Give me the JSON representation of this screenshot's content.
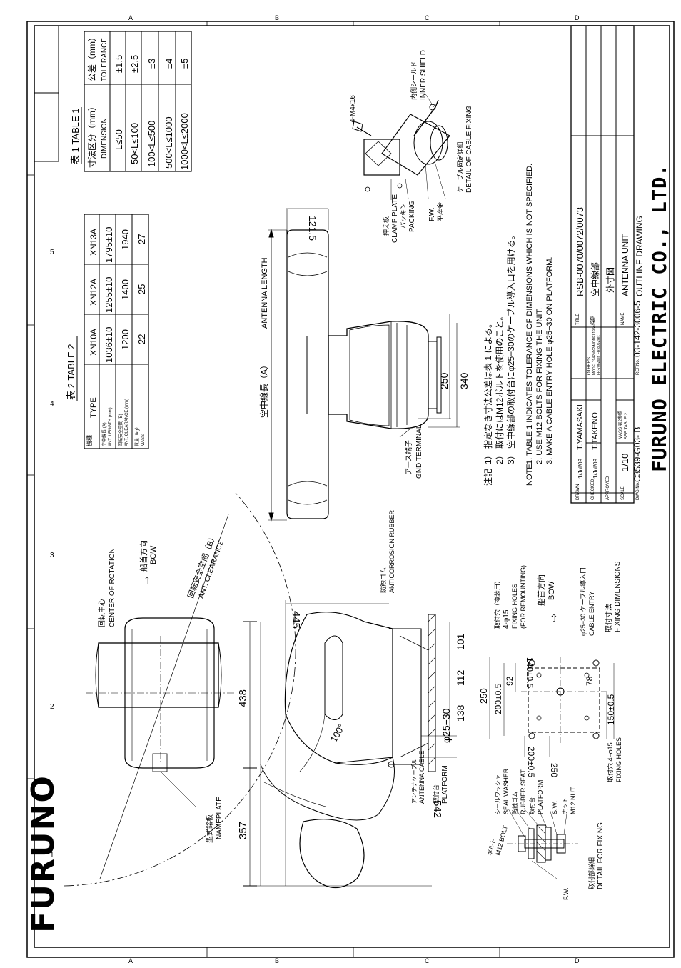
{
  "company": {
    "logo": "FURUNO",
    "name": "FURUNO ELECTRIC CO., LTD."
  },
  "grid": {
    "rows": [
      "A",
      "B",
      "C",
      "D"
    ],
    "cols": [
      "1",
      "2",
      "3",
      "4",
      "5"
    ]
  },
  "table1": {
    "title": "表 1  TABLE 1",
    "col1_header_jp": "寸法区分（mm）",
    "col1_header_en": "DIMENSION",
    "col2_header_jp": "公差（mm）",
    "col2_header_en": "TOLERANCE",
    "rows": [
      {
        "dim": "L≤50",
        "tol": "±1.5"
      },
      {
        "dim": "50<L≤100",
        "tol": "±2.5"
      },
      {
        "dim": "100<L≤500",
        "tol": "±3"
      },
      {
        "dim": "500<L≤1000",
        "tol": "±4"
      },
      {
        "dim": "1000<L≤2000",
        "tol": "±5"
      }
    ]
  },
  "table2": {
    "title": "表 2  TABLE 2",
    "type_jp": "機種",
    "type_en": "TYPE",
    "types": [
      "XN10A",
      "XN12A",
      "XN13A"
    ],
    "row_a_jp": "空中線長 (A)",
    "row_a_en": "ANT. LENGTH (mm)",
    "row_b_jp": "回転安全空間 (B)",
    "row_b_en": "ANT. CLEARANCE (mm)",
    "row_m_jp": "質量（kg）",
    "row_m_en": "MASS",
    "a_values": [
      "1036±10",
      "1255±10",
      "1795±10"
    ],
    "b_values": [
      "1200",
      "1400",
      "1940"
    ],
    "m_values": [
      "22",
      "25",
      "27"
    ]
  },
  "notes": {
    "jp_label": "注記",
    "jp": [
      "1） 指定なき寸法公差は表 1 による。",
      "2） 取付にはM12ボルトを使用のこと。",
      "3） 空中線部の取付台にφ25−30のケーブル導入口を用ける。"
    ],
    "en_label": "NOTE",
    "en": [
      "1. TABLE 1 INDICATES TOLERANCE OF DIMENSIONS WHICH IS NOT SPECIFIED.",
      "2. USE M12 BOLTS FOR FIXING THE UNIT.",
      "3. MAKE A CABLE ENTRY HOLE φ25−30 ON PLATFORM."
    ]
  },
  "title_block": {
    "drawn_label": "DRAWN",
    "drawn_date": "1/Jul/09",
    "drawn_by": "T.YAMASAKI",
    "checked_label": "CHECKED",
    "checked_date": "1/Jul/09",
    "checked_by": "T.TAKENO",
    "approved_label": "APPROVED",
    "scale_label": "SCALE",
    "scale": "1/10",
    "mass_label": "MASS 表2参照",
    "mass_value": "SEE TABLE 2",
    "dwg_label": "DWG.No.",
    "dwg_no": "C3539-G03- B",
    "ref_label": "REF.No.",
    "ref_no": "03-142-3006-5",
    "others_label": "OTHERS",
    "others_1": "MODEL1942MK2/MODEL1954Cser.",
    "others_2": "FR-7062ser, FR-8062ser.",
    "title_label": "TITLE",
    "title": "RSB-0070/0072/0073",
    "name_label_jp": "名称",
    "name_jp": "空中線部",
    "outline_jp": "外寸図",
    "name_label": "NAME",
    "name_en": "ANTENNA UNIT",
    "drawing_en": "OUTLINE DRAWING"
  },
  "top_view": {
    "center_jp": "回転中心",
    "center_en": "CENTER OF ROTATION",
    "bow_jp": "船首方向",
    "bow_en": "BOW",
    "clear_jp": "回転安全空間（B）",
    "clear_en": "ANT. CLEARANCE",
    "nameplate_jp": "型式銘板",
    "nameplate_en": "NAMEPLATE",
    "dim_357": "357",
    "dim_438": "438"
  },
  "side_view": {
    "dim_542": "542",
    "dim_445": "445",
    "dim_101": "101",
    "dim_112": "112",
    "dim_138": "138",
    "cable_hole": "φ25−30",
    "angle": "100°",
    "anticorr_jp": "防蝕ゴム",
    "anticorr_en": "ANTICORROSION RUBBER",
    "cable_jp": "アンテナケーブル",
    "cable_en": "ANTENNA CABLE",
    "platform_jp": "取付台",
    "platform_en": "PLATFORM"
  },
  "front_view": {
    "length_jp": "空中線長（A）",
    "length_en": "ANTENNA LENGTH",
    "dim_121": "121.5",
    "dim_250": "250",
    "dim_340": "340",
    "gnd_jp": "アース端子",
    "gnd_en": "GND TERMINAL"
  },
  "cable_detail": {
    "bolt": "4-M4x16",
    "shield_jp": "内側シールド",
    "shield_en": "INNER SHIELD",
    "clamp_jp": "押え板",
    "clamp_en": "CLAMP PLATE",
    "packing_jp": "パッキン",
    "packing_en": "PACKING",
    "fw": "F.W.",
    "washer_jp": "平座金",
    "title_jp": "ケーブル固定詳細",
    "title_en": "DETAIL OF CABLE FIXING"
  },
  "fixing_dims": {
    "holes_jp": "取付穴（換装用）",
    "holes_count": "4-φ15",
    "holes_en": "FIXING HOLES",
    "holes_en2": "(FOR REMOUNTING)",
    "bow_jp": "船首方向",
    "bow_en": "BOW",
    "entry_jp": "φ25−30 ケーブル導入口",
    "entry_en": "CABLE ENTRY",
    "title_jp": "取付寸法",
    "title_en": "FIXING DIMENSIONS",
    "fix_jp": "取付穴 4−φ15",
    "fix_en": "FIXING HOLES",
    "d250a": "250",
    "d200a": "200±0.5",
    "d92": "92",
    "d140": "140±0.5",
    "d78": "78",
    "d150": "150±0.5",
    "d200b": "200±0.5",
    "d250b": "250"
  },
  "fixing_detail": {
    "bolt_jp": "ボルト",
    "bolt_en": "M12 BOLT",
    "seal_jp": "シールワッシャ",
    "seal_en": "SEAL WASHER",
    "rubber_jp": "防蝕ゴム",
    "rubber_en": "RUBBER SEAT",
    "platform_jp": "取付台",
    "platform_en": "PLATFORM",
    "sw": "S.W.",
    "nut_jp": "ナット",
    "nut_en": "M12 NUT",
    "fw": "F.W.",
    "title_jp": "取付部詳細",
    "title_en": "DETAIL FOR FIXING"
  }
}
